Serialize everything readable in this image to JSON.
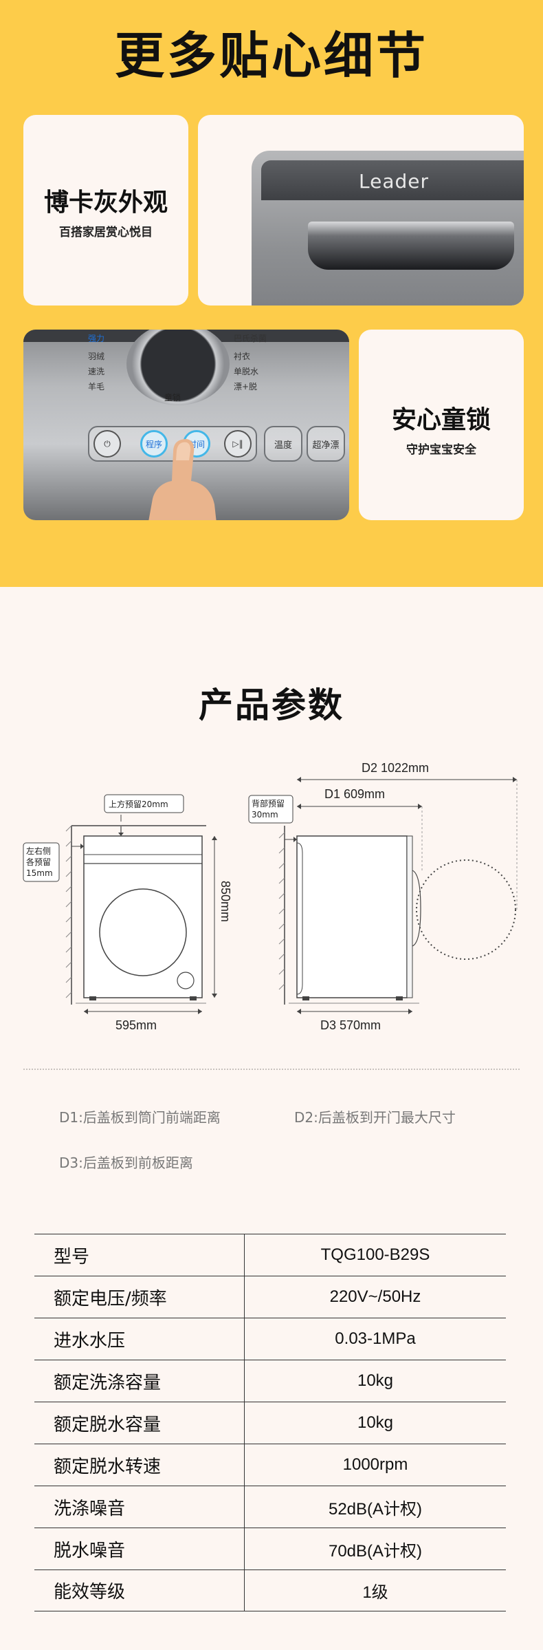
{
  "top": {
    "title": "更多贴心细节",
    "features": [
      {
        "title": "博卡灰外观",
        "subtitle": "百搭家居赏心悦目"
      },
      {
        "title": "安心童锁",
        "subtitle": "守护宝宝安全"
      }
    ],
    "machine_logo": "Leader",
    "panel_labels": {
      "strong": "强力",
      "wool1": "羽绒",
      "quick": "速洗",
      "wool2": "羊毛",
      "sterilize": "巴氏杀菌",
      "shirt": "衬衣",
      "spin": "单脱水",
      "rinse": "漂+脱",
      "lock": "童锁",
      "program": "程序",
      "time": "时间",
      "temp": "温度",
      "clean": "超净漂"
    }
  },
  "params": {
    "title": "产品参数",
    "diagram": {
      "top_reserve": "上方预留20mm",
      "side_reserve": [
        "左右侧",
        "各预留",
        "15mm"
      ],
      "back_reserve": [
        "背部预留",
        "30mm"
      ],
      "height": "850mm",
      "width": "595mm",
      "d1": "D1 609mm",
      "d2": "D2 1022mm",
      "d3": "D3 570mm"
    },
    "legend": {
      "d1": "D1:后盖板到筒门前端距离",
      "d2": "D2:后盖板到开门最大尺寸",
      "d3": "D3:后盖板到前板距离"
    },
    "specs": [
      {
        "key": "型号",
        "value": "TQG100-B29S"
      },
      {
        "key": "额定电压/频率",
        "value": "220V~/50Hz"
      },
      {
        "key": "进水水压",
        "value": "0.03-1MPa"
      },
      {
        "key": "额定洗涤容量",
        "value": "10kg"
      },
      {
        "key": "额定脱水容量",
        "value": "10kg"
      },
      {
        "key": "额定脱水转速",
        "value": "1000rpm"
      },
      {
        "key": "洗涤噪音",
        "value": "52dB(A计权)"
      },
      {
        "key": "脱水噪音",
        "value": "70dB(A计权)"
      },
      {
        "key": "能效等级",
        "value": "1级"
      }
    ]
  }
}
